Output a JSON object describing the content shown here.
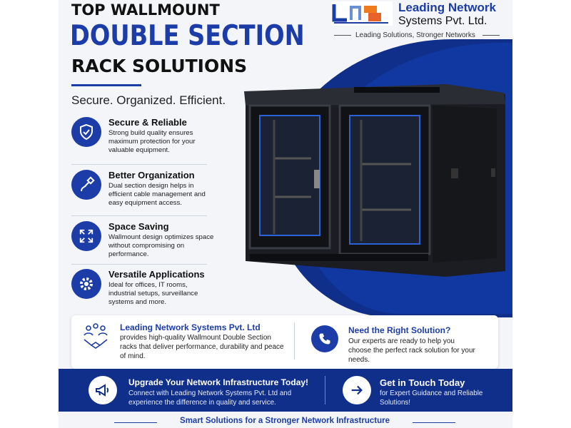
{
  "colors": {
    "brand_blue": "#1c3da8",
    "dark_blue": "#0f2f8a",
    "panel_bg": "#f3f5f9",
    "text_dark": "#111111"
  },
  "header": {
    "eyebrow": "TOP WALLMOUNT",
    "headline": "DOUBLE SECTION",
    "subheadline": "RACK SOLUTIONS",
    "tagline": "Secure. Organized. Efficient."
  },
  "logo": {
    "name_line1": "Leading Network",
    "name_line2": "Systems Pvt. Ltd.",
    "slogan": "Leading Solutions, Stronger Networks"
  },
  "features": [
    {
      "icon": "shield-check-icon",
      "title": "Secure & Reliable",
      "desc": "Strong build quality ensures maximum protection for your valuable equipment."
    },
    {
      "icon": "cable-icon",
      "title": "Better Organization",
      "desc": "Dual section design helps in efficient cable management and easy equipment access."
    },
    {
      "icon": "expand-arrows-icon",
      "title": "Space Saving",
      "desc": "Wallmount design optimizes space without compromising on performance."
    },
    {
      "icon": "gear-icon",
      "title": "Versatile Applications",
      "desc": "Ideal for offices, IT rooms, industrial setups, surveillance systems and more."
    }
  ],
  "info": {
    "left_title": "Leading Network Systems Pvt. Ltd",
    "left_text": "provides high-quality Wallmount Double Section racks that deliver performance, durability and peace of mind.",
    "right_title": "Need the Right Solution?",
    "right_text": "Our experts are ready to help you choose the perfect rack solution for your needs."
  },
  "cta": {
    "left_title": "Upgrade Your Network Infrastructure Today!",
    "left_text": "Connect with Leading Network Systems Pvt. Ltd and experience the difference in quality and service.",
    "right_title": "Get in Touch Today",
    "right_text": "for Expert Guidance and Reliable Solutions!"
  },
  "footer": {
    "line": "Smart Solutions for a Stronger Network Infrastructure"
  }
}
